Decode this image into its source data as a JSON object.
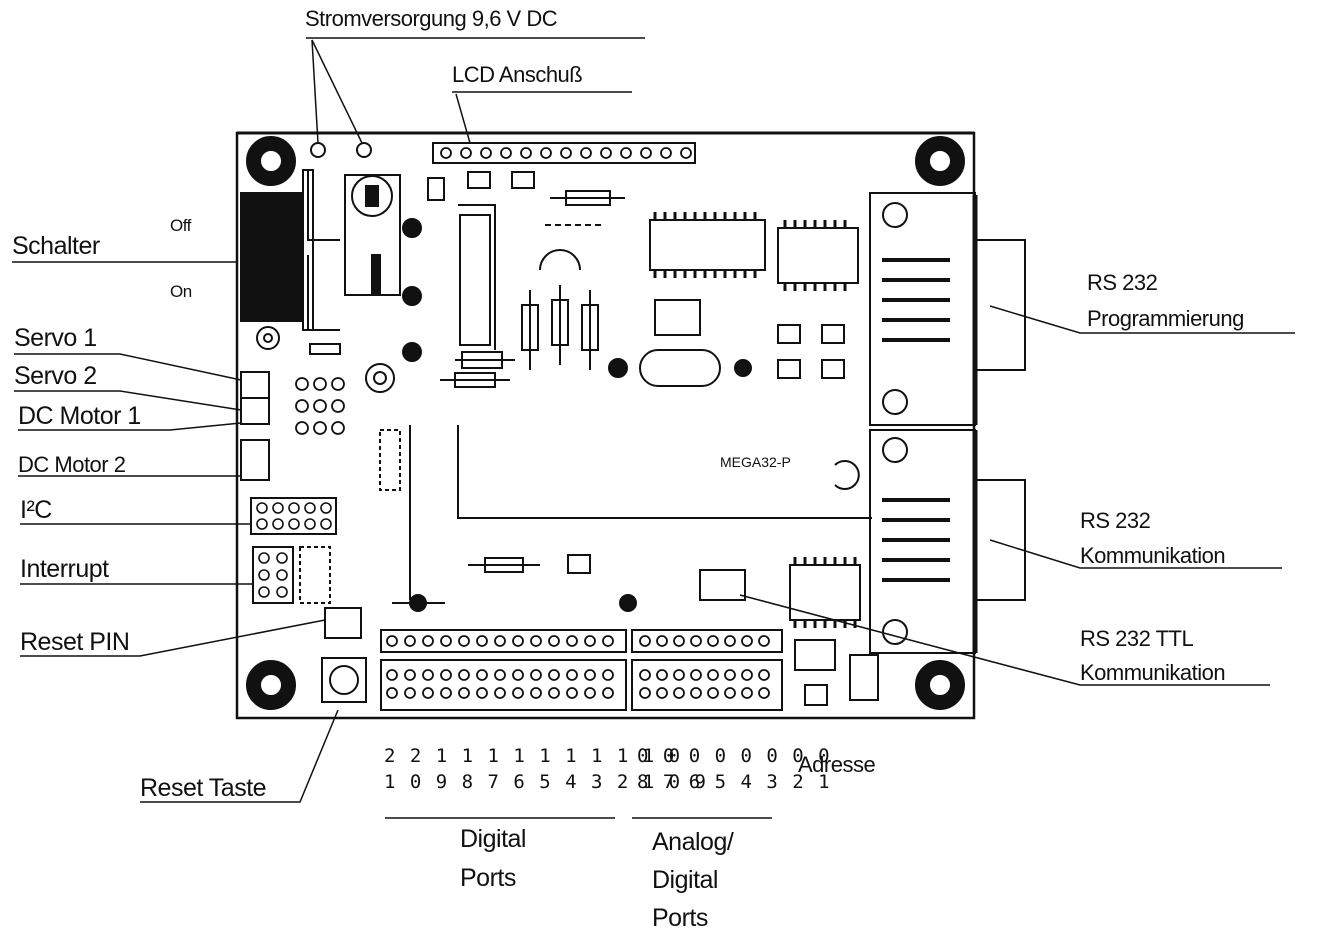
{
  "labels": {
    "power": "Stromversorgung 9,6 V DC",
    "lcd": "LCD Anschuß",
    "switch": "Schalter",
    "off": "Off",
    "on": "On",
    "servo1": "Servo 1",
    "servo2": "Servo 2",
    "dc_motor1": "DC Motor 1",
    "dc_motor2": "DC Motor 2",
    "i2c": "I²C",
    "interrupt": "Interrupt",
    "reset_pin": "Reset PIN",
    "reset_button": "Reset Taste",
    "rs232_prog_1": "RS 232",
    "rs232_prog_2": "Programmierung",
    "rs232_comm_1": "RS 232",
    "rs232_comm_2": "Kommunikation",
    "rs232_ttl_1": "RS 232 TTL",
    "rs232_ttl_2": "Kommunikation",
    "address": "Adresse",
    "digital_1": "Digital",
    "digital_2": "Ports",
    "analog_1": "Analog/",
    "analog_2": "Digital",
    "analog_3": "Ports",
    "board_name": "MEGA32-P"
  },
  "address_rows": {
    "digital_tens": "2 2 1 1 1 1 1 1 1 1 1 0",
    "digital_units": "1 0 9 8 7 6 5 4 3 2 1 0 9",
    "analog_tens": "0 0 0 0 0 0 0 0",
    "analog_units": "8 7 6 5 4 3 2 1"
  }
}
